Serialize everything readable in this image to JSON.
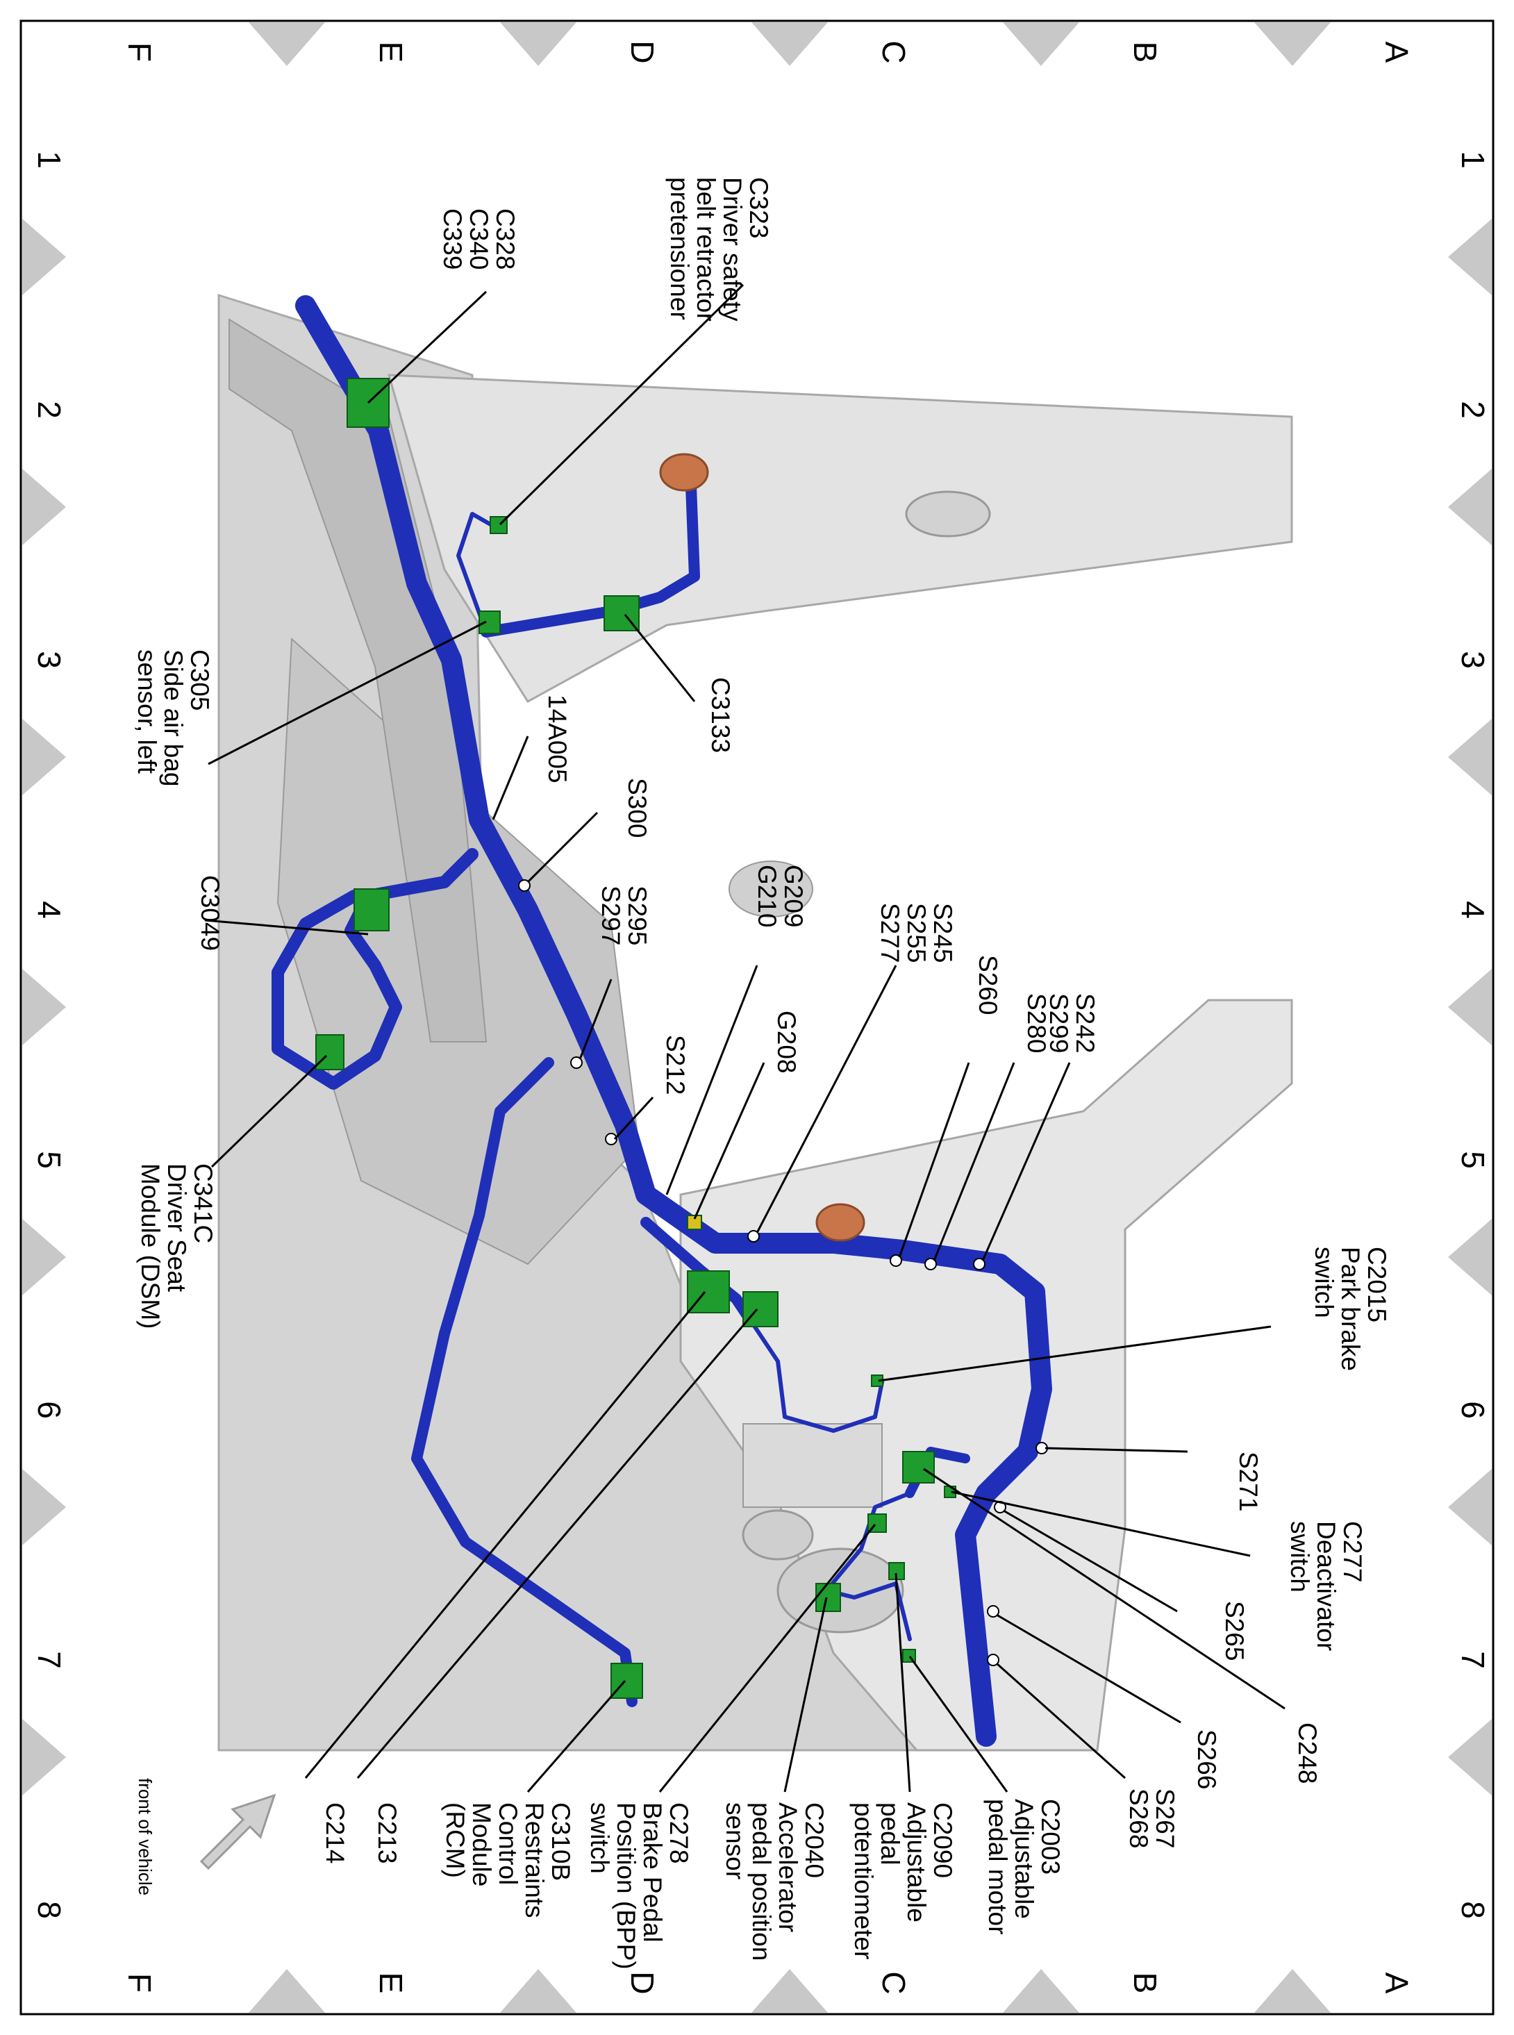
{
  "diagram": {
    "grid": {
      "row_letters": [
        "A",
        "B",
        "C",
        "D",
        "E",
        "F"
      ],
      "column_numbers": [
        "1",
        "2",
        "3",
        "4",
        "5",
        "6",
        "7",
        "8"
      ]
    },
    "orientation_note": "front of vehicle",
    "colors": {
      "harness": "#1f2fb8",
      "connector": "#1f9c2e",
      "grommet": "#c9754a",
      "body_panel": "#d8d8d8",
      "border_marker": "#c8c8c8"
    },
    "callouts": [
      {
        "id": "c323",
        "lines": [
          "C323",
          "Driver safety",
          "belt retractor",
          "pretensioner"
        ]
      },
      {
        "id": "c328",
        "lines": [
          "C328",
          "C340",
          "C339"
        ]
      },
      {
        "id": "c3133",
        "lines": [
          "C3133"
        ]
      },
      {
        "id": "c305",
        "lines": [
          "C305",
          "Side air bag",
          "sensor, left"
        ]
      },
      {
        "id": "14a005",
        "lines": [
          "14A005"
        ]
      },
      {
        "id": "s300",
        "lines": [
          "S300"
        ]
      },
      {
        "id": "s295",
        "lines": [
          "S295",
          "S297"
        ]
      },
      {
        "id": "c3049",
        "lines": [
          "C3049"
        ]
      },
      {
        "id": "g209",
        "lines": [
          "G209",
          "G210"
        ]
      },
      {
        "id": "s245",
        "lines": [
          "S245",
          "S255",
          "S277"
        ]
      },
      {
        "id": "s260",
        "lines": [
          "S260"
        ]
      },
      {
        "id": "s280",
        "lines": [
          "S280"
        ]
      },
      {
        "id": "s242",
        "lines": [
          "S242",
          "S299"
        ]
      },
      {
        "id": "g208",
        "lines": [
          "G208"
        ]
      },
      {
        "id": "s212",
        "lines": [
          "S212"
        ]
      },
      {
        "id": "c341c",
        "lines": [
          "C341C",
          "Driver Seat",
          "Module (DSM)"
        ]
      },
      {
        "id": "c2015",
        "lines": [
          "C2015",
          "Park brake",
          "switch"
        ]
      },
      {
        "id": "s271",
        "lines": [
          "S271"
        ]
      },
      {
        "id": "c277",
        "lines": [
          "C277",
          "Deactivator",
          "switch"
        ]
      },
      {
        "id": "s265",
        "lines": [
          "S265"
        ]
      },
      {
        "id": "c248",
        "lines": [
          "C248"
        ]
      },
      {
        "id": "s266",
        "lines": [
          "S266"
        ]
      },
      {
        "id": "s267",
        "lines": [
          "S267",
          "S268"
        ]
      },
      {
        "id": "c2003",
        "lines": [
          "C2003",
          "Adjustable",
          "pedal motor"
        ]
      },
      {
        "id": "c2090",
        "lines": [
          "C2090",
          "Adjustable",
          "pedal",
          "potentiometer"
        ]
      },
      {
        "id": "c2040",
        "lines": [
          "C2040",
          "Accelerator",
          "pedal position",
          "sensor"
        ]
      },
      {
        "id": "c278",
        "lines": [
          "C278",
          "Brake Pedal",
          "Position (BPP)",
          "switch"
        ]
      },
      {
        "id": "c310b",
        "lines": [
          "C310B",
          "Restraints",
          "Control",
          "Module",
          "(RCM)"
        ]
      },
      {
        "id": "c213",
        "lines": [
          "C213"
        ]
      },
      {
        "id": "c214",
        "lines": [
          "C214"
        ]
      }
    ]
  }
}
